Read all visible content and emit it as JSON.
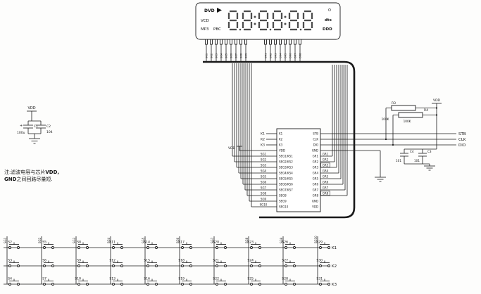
{
  "display": {
    "labels_left": {
      "dvd": "DVD",
      "vcd": "VCD",
      "mp3": "MP3",
      "pbc": "PBC"
    },
    "labels_right": {
      "top": "O",
      "mid": "dts",
      "bottom": "DDD"
    },
    "digits": "8.8:8.8:8.8",
    "pins_left": [
      "SG1",
      "SG2",
      "SG3",
      "SG4",
      "SG5",
      "SG6",
      "SG7",
      "SG8",
      "SG9"
    ],
    "pins_right": [
      "GR1",
      "GR2",
      "GR3",
      "GR4",
      "GR5",
      "GR6",
      "GR7",
      "GR8"
    ]
  },
  "chip": {
    "left_pins": [
      {
        "inside": "K1",
        "outside": "K1",
        "kind": "k"
      },
      {
        "inside": "K2",
        "outside": "K2",
        "kind": "k"
      },
      {
        "inside": "K3",
        "outside": "K3",
        "kind": "k"
      },
      {
        "inside": "VDD",
        "outside": "VDD",
        "kind": "vdd"
      },
      {
        "inside": "SEG1/KS1",
        "outside": "SG1",
        "kind": "sg"
      },
      {
        "inside": "SEG2/KS2",
        "outside": "SG2",
        "kind": "sg"
      },
      {
        "inside": "SEG3/KS3",
        "outside": "SG3",
        "kind": "sg"
      },
      {
        "inside": "SEG4/KS4",
        "outside": "SG4",
        "kind": "sg"
      },
      {
        "inside": "SEG5/KS5",
        "outside": "SG5",
        "kind": "sg"
      },
      {
        "inside": "SEG6/KS6",
        "outside": "SG6",
        "kind": "sg"
      },
      {
        "inside": "SEG7/KS7",
        "outside": "SG7",
        "kind": "sg"
      },
      {
        "inside": "SEG8",
        "outside": "SG8",
        "kind": "sg"
      },
      {
        "inside": "SEG9",
        "outside": "SG9",
        "kind": "sg"
      },
      {
        "inside": "SEG10",
        "outside": "SG10",
        "kind": "sg"
      }
    ],
    "right_pins": [
      {
        "inside": "STB",
        "outside": "STB",
        "kind": "signal"
      },
      {
        "inside": "CLK",
        "outside": "CLK",
        "kind": "signal"
      },
      {
        "inside": "DIO",
        "outside": "DIO",
        "kind": "signal"
      },
      {
        "inside": "GND",
        "outside": "GND",
        "kind": "gnd"
      },
      {
        "inside": "GR1",
        "outside": "GR1",
        "kind": "gr",
        "boxed": false
      },
      {
        "inside": "GR2",
        "outside": "GR2",
        "kind": "gr",
        "boxed": false
      },
      {
        "inside": "GR3",
        "outside": "GR3",
        "kind": "gr",
        "boxed": true
      },
      {
        "inside": "GR4",
        "outside": "GR4",
        "kind": "gr",
        "boxed": false
      },
      {
        "inside": "GR5",
        "outside": "GR5",
        "kind": "gr",
        "boxed": false
      },
      {
        "inside": "GR6",
        "outside": "GR6",
        "kind": "gr",
        "boxed": false
      },
      {
        "inside": "GR7",
        "outside": "GR7",
        "kind": "gr",
        "boxed": false
      },
      {
        "inside": "GR8",
        "outside": "GR8",
        "kind": "gr",
        "boxed": true
      },
      {
        "inside": "GND",
        "outside": "",
        "kind": "nc"
      },
      {
        "inside": "VDD",
        "outside": "",
        "kind": "nc"
      }
    ]
  },
  "power": {
    "vdd_label": "VDD",
    "c1": {
      "ref": "C1",
      "value": "100u",
      "polarity": "+"
    },
    "c2": {
      "ref": "C2",
      "value": "104"
    },
    "c3": {
      "ref": "C3",
      "value": "101"
    },
    "c4": {
      "ref": "C4",
      "value": "101"
    },
    "r1": {
      "ref": "R3",
      "value": "100K"
    },
    "r2": {
      "ref": "R4",
      "value": "100K"
    }
  },
  "note": {
    "line1_normal": "注:滤波电容与芯片",
    "line1_bold": "VDD,",
    "line2_bold": "GND",
    "line2_normal": "之间回路尽量短."
  },
  "keyboard": {
    "row_labels": [
      "K1",
      "K2",
      "K3"
    ],
    "column_labels": [
      "SG1",
      "SG2",
      "SG3",
      "SG4",
      "SG5",
      "SG6",
      "SG7",
      "SG8",
      "SG9",
      "SG10"
    ],
    "switch_labels": [
      [
        "S2",
        "S5",
        "S8",
        "S11",
        "S14",
        "S17",
        "S20",
        "S23",
        "S26",
        "S29"
      ],
      [
        "S3",
        "S6",
        "S9",
        "S12",
        "S15",
        "S18",
        "S21",
        "S24",
        "S27",
        "S30"
      ],
      [
        "S4",
        "S7",
        "S10",
        "S13",
        "S16",
        "S19",
        "S22",
        "S25",
        "S28",
        "S31"
      ]
    ]
  }
}
